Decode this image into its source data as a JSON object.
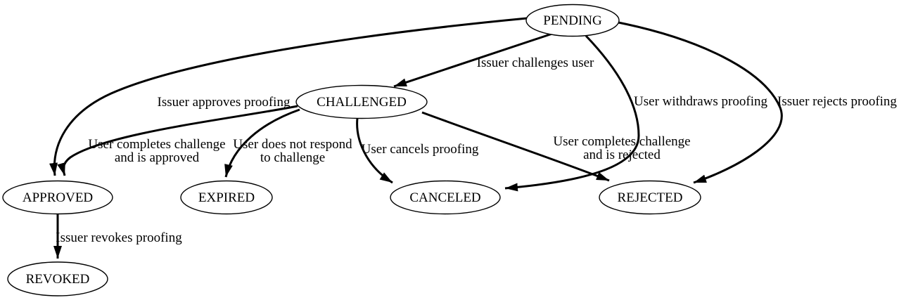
{
  "diagram": {
    "type": "state-machine",
    "colors": {
      "background": "#ffffff",
      "ink": "#000000"
    },
    "nodes": {
      "pending": {
        "label": "PENDING"
      },
      "challenged": {
        "label": "CHALLENGED"
      },
      "approved": {
        "label": "APPROVED"
      },
      "expired": {
        "label": "EXPIRED"
      },
      "canceled": {
        "label": "CANCELED"
      },
      "rejected": {
        "label": "REJECTED"
      },
      "revoked": {
        "label": "REVOKED"
      }
    },
    "edges": {
      "pending_challenged": {
        "from": "PENDING",
        "to": "CHALLENGED",
        "label": "Issuer challenges user"
      },
      "pending_approved": {
        "from": "PENDING",
        "to": "APPROVED",
        "label": "Issuer approves proofing"
      },
      "pending_canceled": {
        "from": "PENDING",
        "to": "CANCELED",
        "label": "User withdraws proofing"
      },
      "pending_rejected": {
        "from": "PENDING",
        "to": "REJECTED",
        "label": "Issuer rejects proofing"
      },
      "challenged_approved": {
        "from": "CHALLENGED",
        "to": "APPROVED",
        "line1": "User completes challenge",
        "line2": "and is approved"
      },
      "challenged_expired": {
        "from": "CHALLENGED",
        "to": "EXPIRED",
        "line1": "User does not respond",
        "line2": "to challenge"
      },
      "challenged_canceled": {
        "from": "CHALLENGED",
        "to": "CANCELED",
        "label": "User cancels proofing"
      },
      "challenged_rejected": {
        "from": "CHALLENGED",
        "to": "REJECTED",
        "line1": "User completes challenge",
        "line2": "and is rejected"
      },
      "approved_revoked": {
        "from": "APPROVED",
        "to": "REVOKED",
        "label": "Issuer revokes proofing"
      }
    }
  }
}
